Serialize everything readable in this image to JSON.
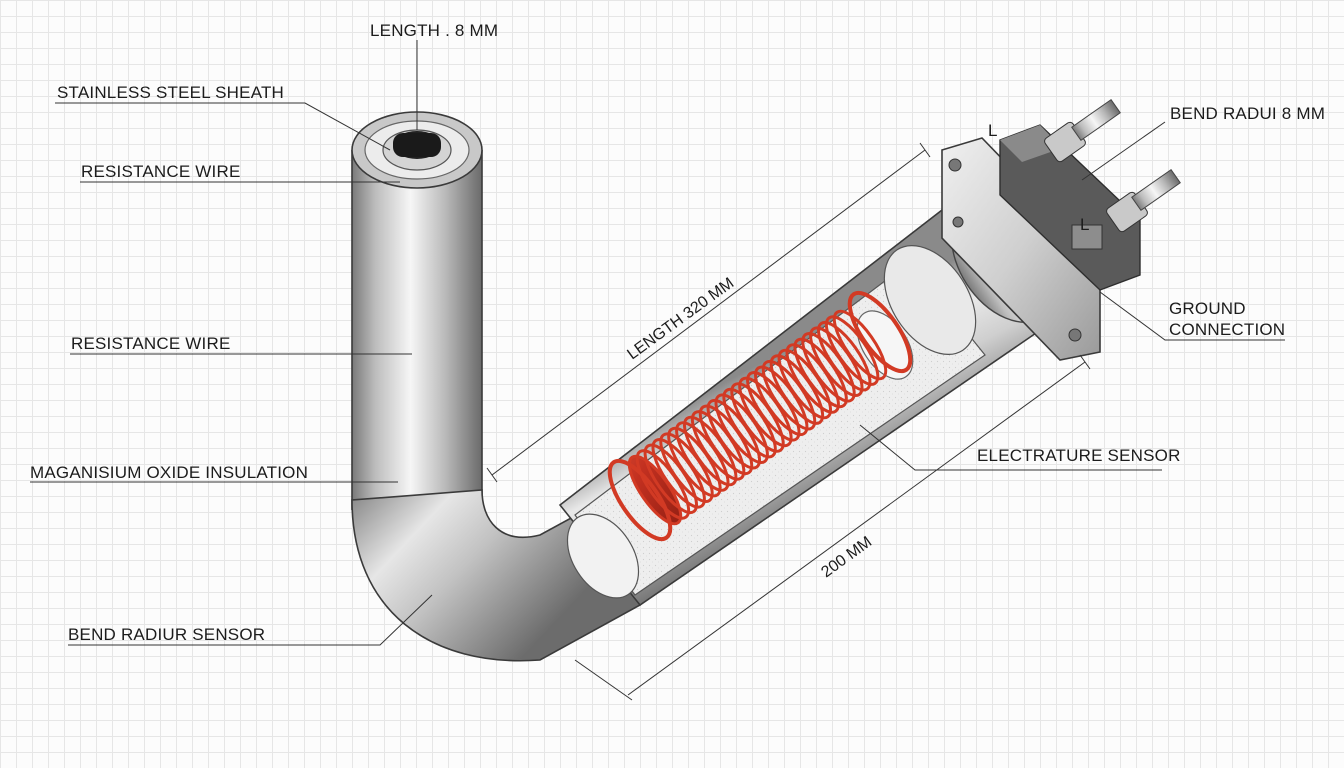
{
  "labels": {
    "top_length": "LENGTH . 8 MM",
    "stainless_sheath": "STAINLESS STEEL SHEATH",
    "resistance_wire_1": "RESISTANCE WIRE",
    "resistance_wire_2": "RESISTANCE WIRE",
    "mgo_insulation": "MAGANISIUM OXIDE INSULATION",
    "bend_radius_sensor": "BEND RADIUR SENSOR",
    "length_320": "LENGTH 320 MM",
    "dim_200": "200 MM",
    "electrature_sensor": "ELECTRATURE SENSOR",
    "bend_radius_8": "BEND RADUI 8 MM",
    "ground_line1": "GROUND",
    "ground_line2": "CONNECTION",
    "terminal_l1": "L",
    "terminal_l2": "L"
  },
  "colors": {
    "steel_light": "#f2f2f2",
    "steel_mid": "#b5b5b5",
    "steel_dark": "#6e6e6e",
    "coil": "#d23a24",
    "insulation": "#efefef",
    "grid": "#e6e6e6"
  }
}
